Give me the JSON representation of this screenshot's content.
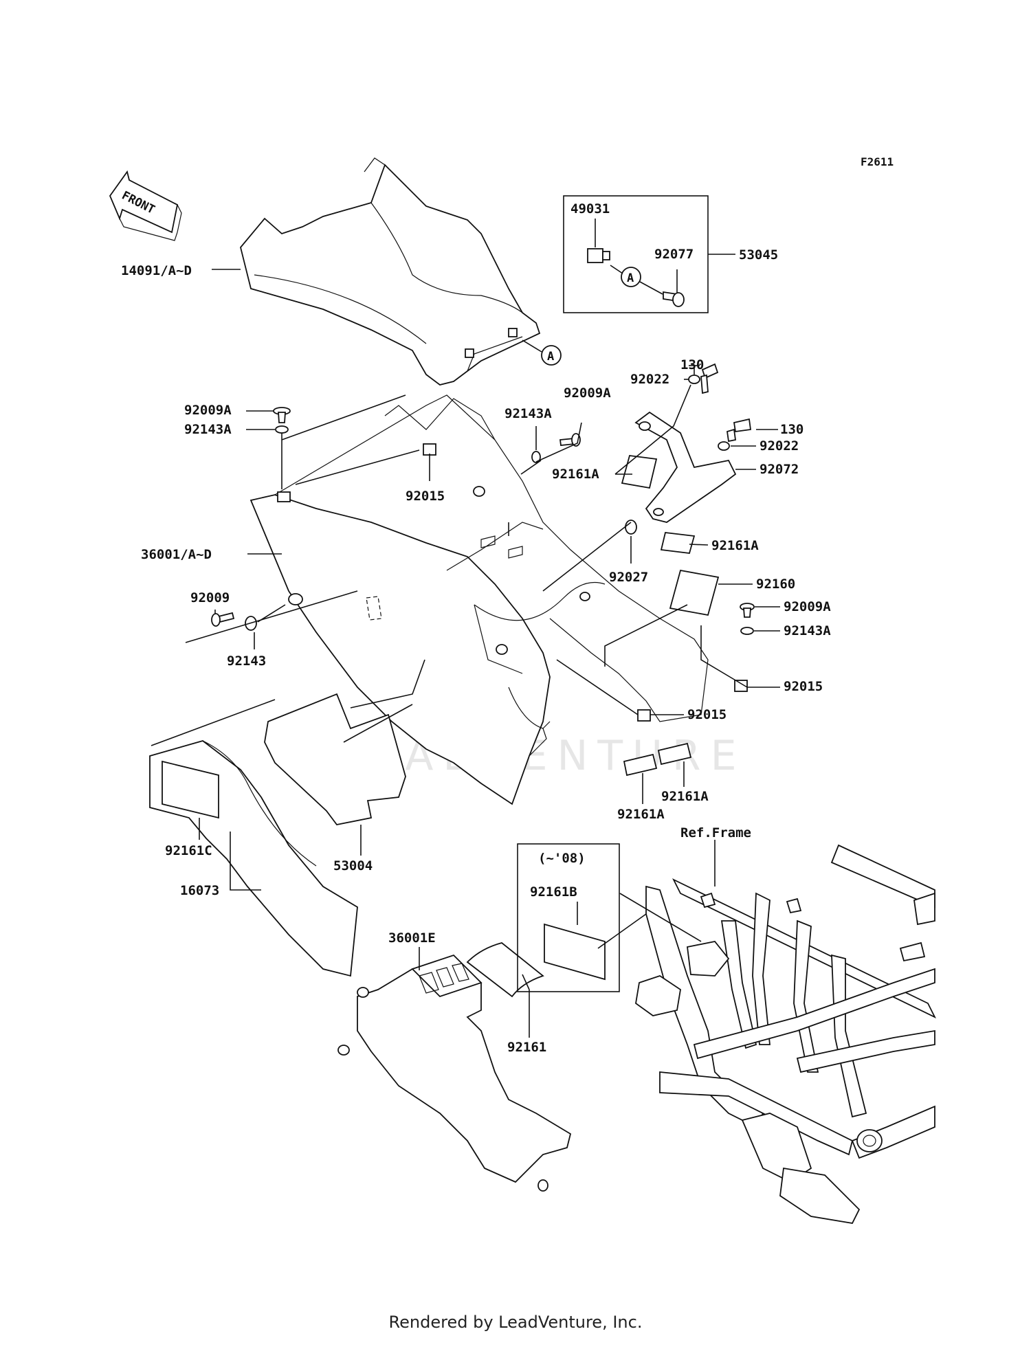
{
  "diagram_code": "F2611",
  "front_label": "FRONT",
  "watermark": "LEADVENTURE",
  "ref_frame": "Ref.Frame",
  "range_note": "(~'08)",
  "circle_marker": "A",
  "footer": "Rendered by LeadVenture, Inc.",
  "callouts": [
    {
      "id": "c1",
      "text": "14091/A~D"
    },
    {
      "id": "c2",
      "text": "49031"
    },
    {
      "id": "c3",
      "text": "92077"
    },
    {
      "id": "c4",
      "text": "53045"
    },
    {
      "id": "c5",
      "text": "130"
    },
    {
      "id": "c6",
      "text": "92022"
    },
    {
      "id": "c7",
      "text": "92009A"
    },
    {
      "id": "c8",
      "text": "92009A"
    },
    {
      "id": "c9",
      "text": "92143A"
    },
    {
      "id": "c10",
      "text": "92143A"
    },
    {
      "id": "c11",
      "text": "130"
    },
    {
      "id": "c12",
      "text": "92022"
    },
    {
      "id": "c13",
      "text": "92161A"
    },
    {
      "id": "c14",
      "text": "92072"
    },
    {
      "id": "c15",
      "text": "92015"
    },
    {
      "id": "c16",
      "text": "36001/A~D"
    },
    {
      "id": "c17",
      "text": "92161A"
    },
    {
      "id": "c18",
      "text": "92027"
    },
    {
      "id": "c19",
      "text": "92160"
    },
    {
      "id": "c20",
      "text": "92009"
    },
    {
      "id": "c21",
      "text": "92009A"
    },
    {
      "id": "c22",
      "text": "92143A"
    },
    {
      "id": "c23",
      "text": "92143"
    },
    {
      "id": "c24",
      "text": "92015"
    },
    {
      "id": "c25",
      "text": "92015"
    },
    {
      "id": "c26",
      "text": "92161A"
    },
    {
      "id": "c27",
      "text": "92161A"
    },
    {
      "id": "c28",
      "text": "92161C"
    },
    {
      "id": "c29",
      "text": "53004"
    },
    {
      "id": "c30",
      "text": "16073"
    },
    {
      "id": "c31",
      "text": "92161B"
    },
    {
      "id": "c32",
      "text": "36001E"
    },
    {
      "id": "c33",
      "text": "92161"
    }
  ]
}
